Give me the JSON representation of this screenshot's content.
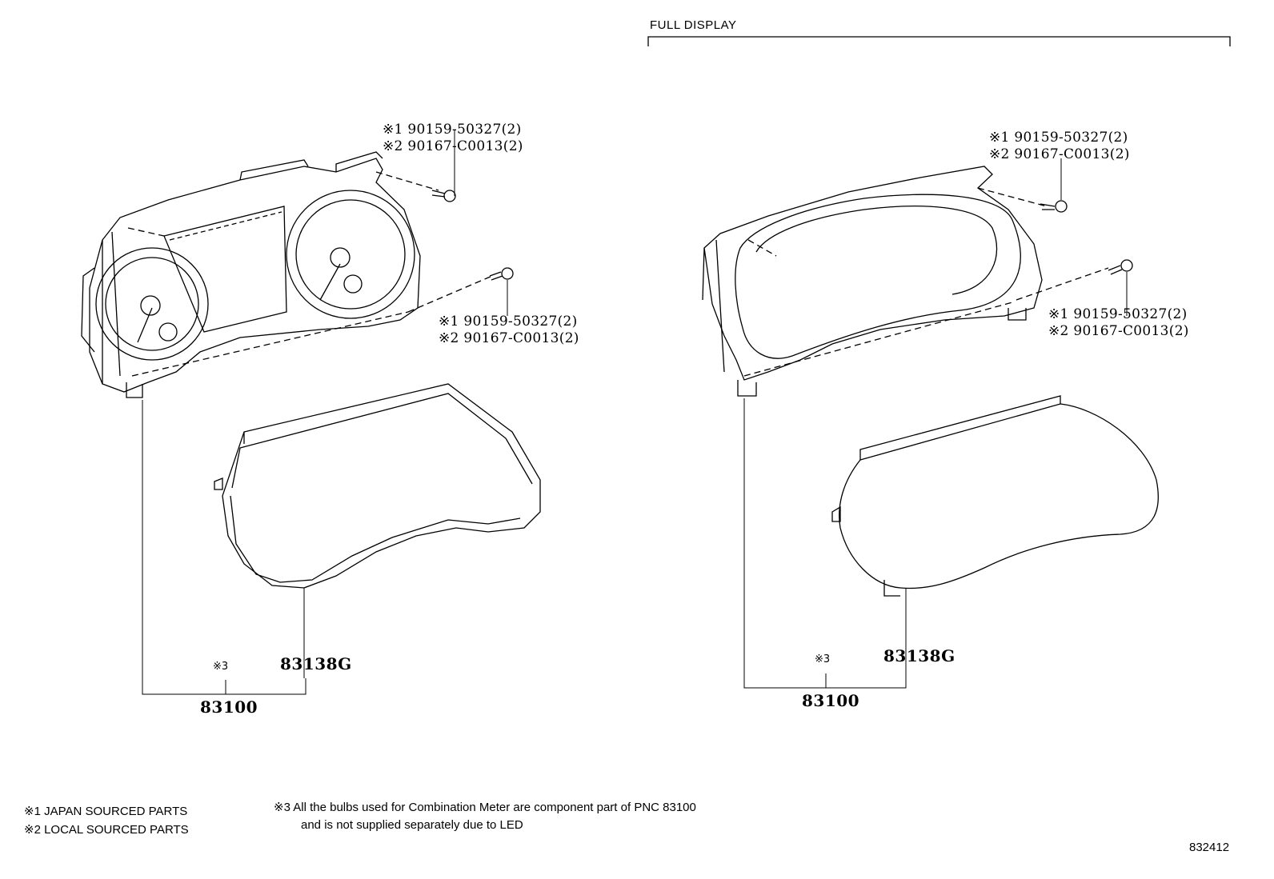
{
  "section_label": "FULL DISPLAY",
  "left_assembly": {
    "upper_bolt_1": "※1 90159-50327(2)",
    "upper_bolt_2": "※2 90167-C0013(2)",
    "lower_bolt_1": "※1 90159-50327(2)",
    "lower_bolt_2": "※2 90167-C0013(2)",
    "lens_part": "83138G",
    "note_ref": "※3",
    "meter_part": "83100"
  },
  "right_assembly": {
    "upper_bolt_1": "※1 90159-50327(2)",
    "upper_bolt_2": "※2 90167-C0013(2)",
    "lower_bolt_1": "※1 90159-50327(2)",
    "lower_bolt_2": "※2 90167-C0013(2)",
    "lens_part": "83138G",
    "note_ref": "※3",
    "meter_part": "83100"
  },
  "legend": {
    "note1": "※1 JAPAN SOURCED PARTS",
    "note2": "※2 LOCAL SOURCED PARTS",
    "note3_line1": "※3 All the bulbs used for Combination Meter are component part of PNC 83100",
    "note3_line2": "and is not supplied separately due to LED"
  },
  "illustration_number": "832412"
}
